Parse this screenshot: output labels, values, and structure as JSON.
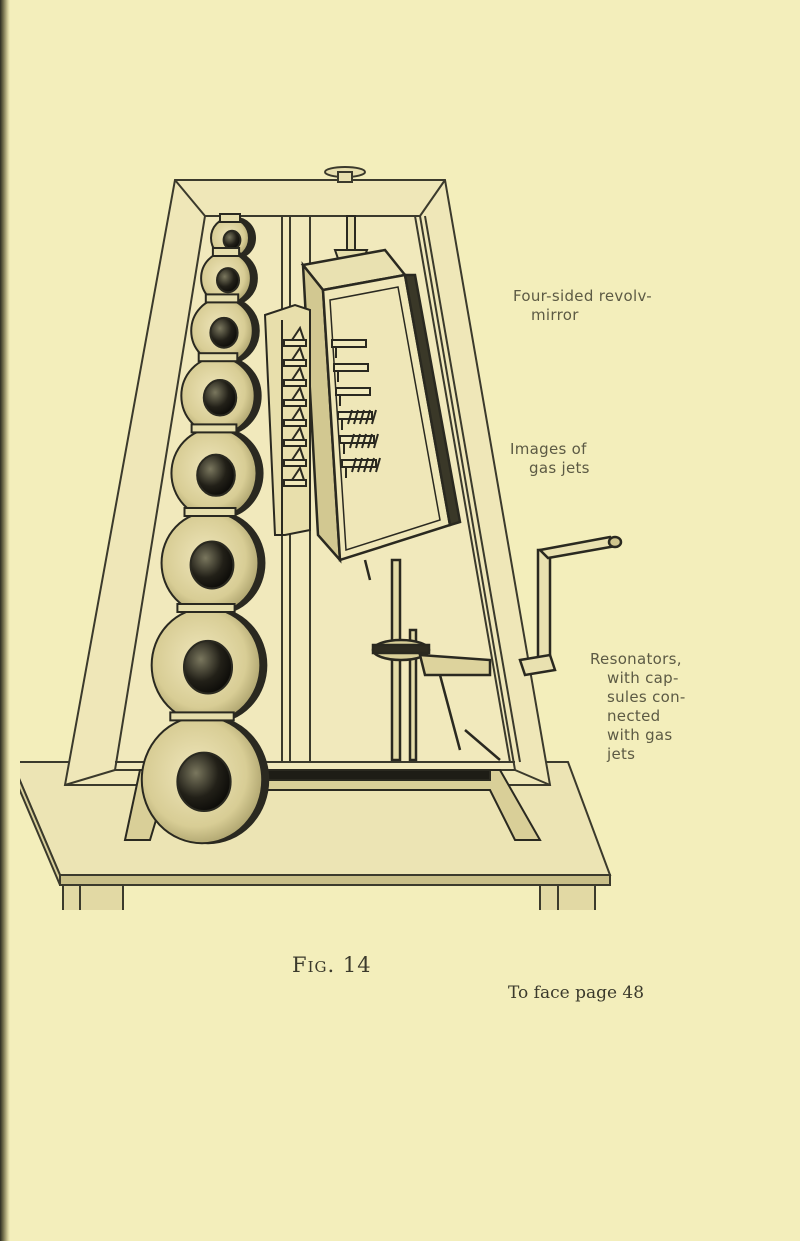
{
  "figure": {
    "caption": "Fig. 14",
    "face_page": "To face page 48"
  },
  "labels": {
    "mirror": [
      "Four-sided revolv-",
      "mirror"
    ],
    "images": [
      "Images of",
      "gas jets"
    ],
    "resonators": [
      "Resonators,",
      "with cap-",
      "sules con-",
      "nected",
      "with gas",
      "jets"
    ]
  },
  "colors": {
    "paper": "#f3eebb",
    "ink": "#3b3a2c",
    "wood": "#e9e1b0",
    "wood_shadow": "#b7ad79"
  },
  "resonator_count": 8,
  "gas_jet_count": 6
}
